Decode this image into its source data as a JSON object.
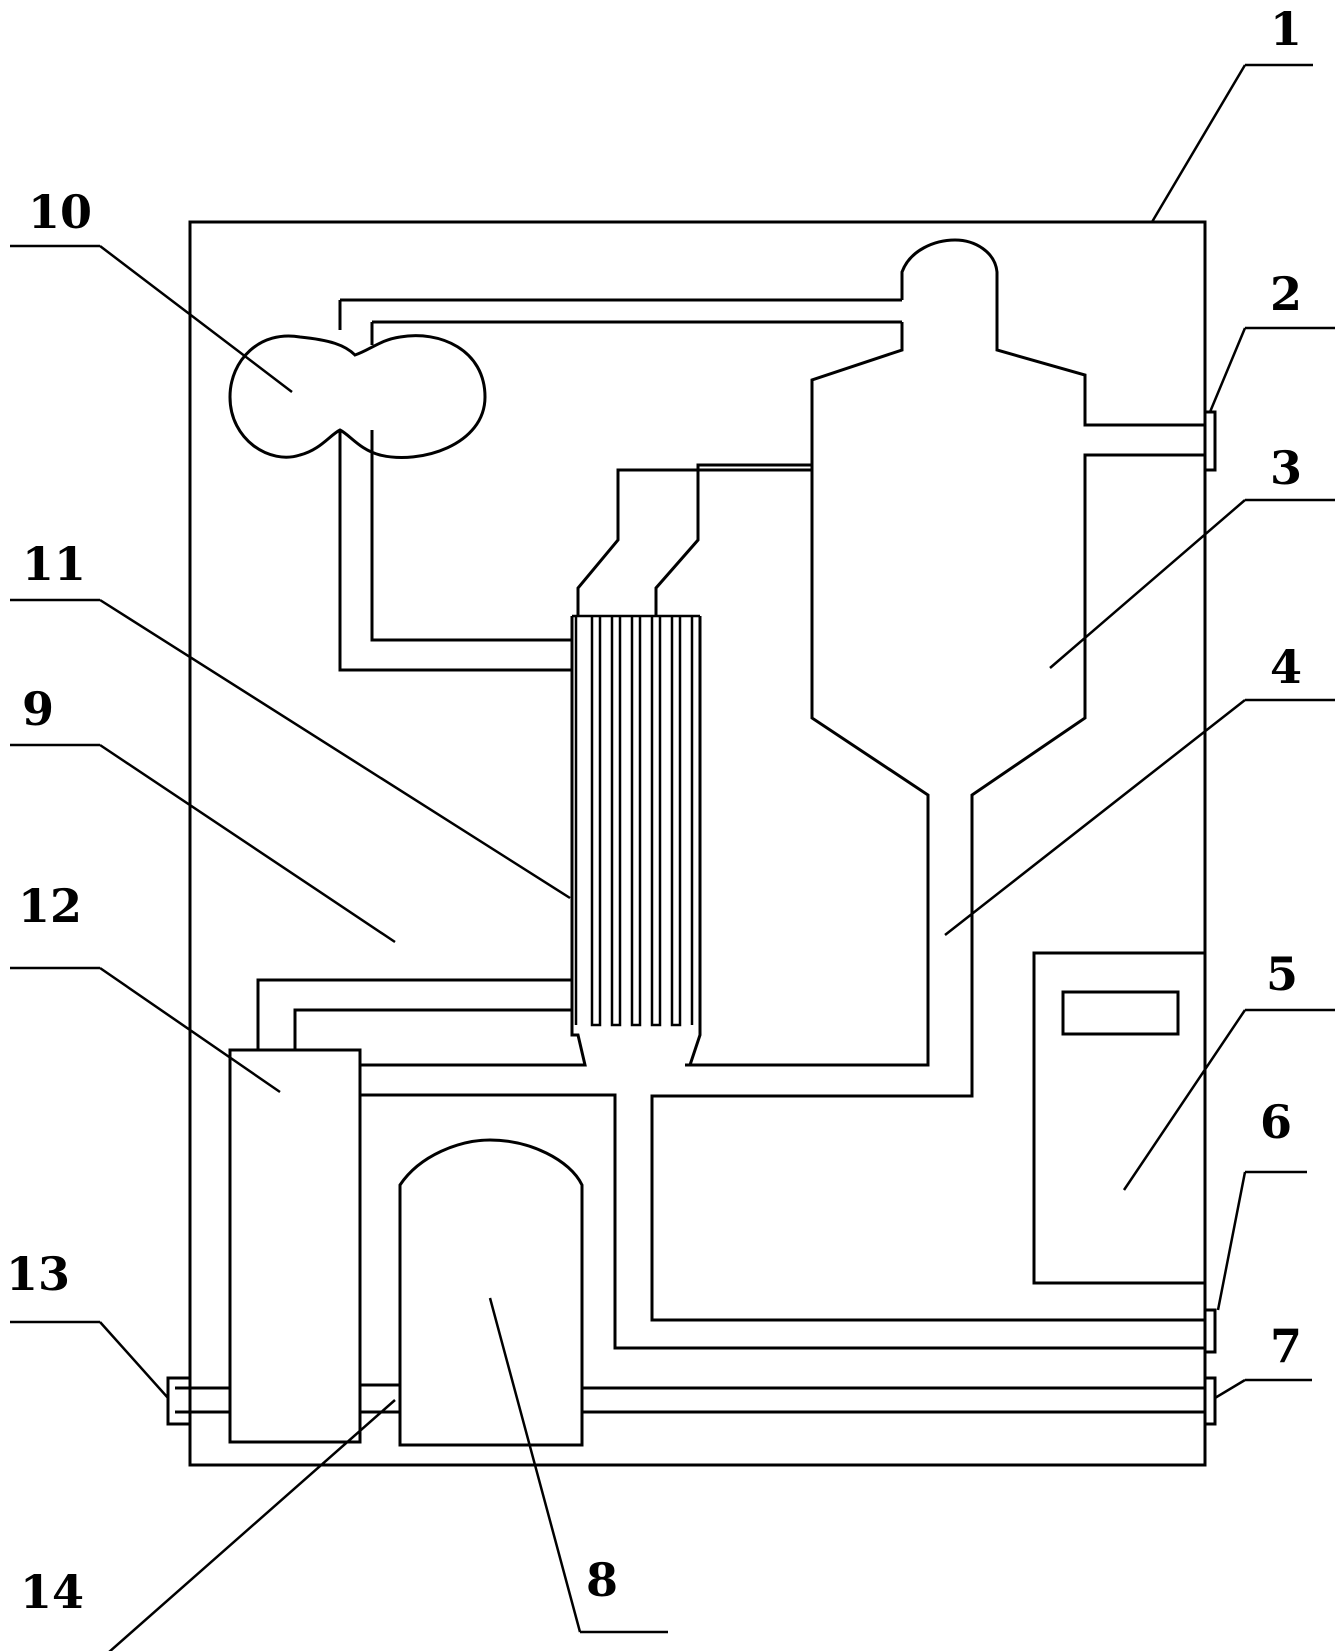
{
  "diagram": {
    "labels": [
      "1",
      "2",
      "3",
      "4",
      "5",
      "6",
      "7",
      "8",
      "9",
      "10",
      "11",
      "12",
      "13",
      "14"
    ],
    "colors": {
      "stroke": "#000000",
      "background": "#ffffff"
    }
  }
}
